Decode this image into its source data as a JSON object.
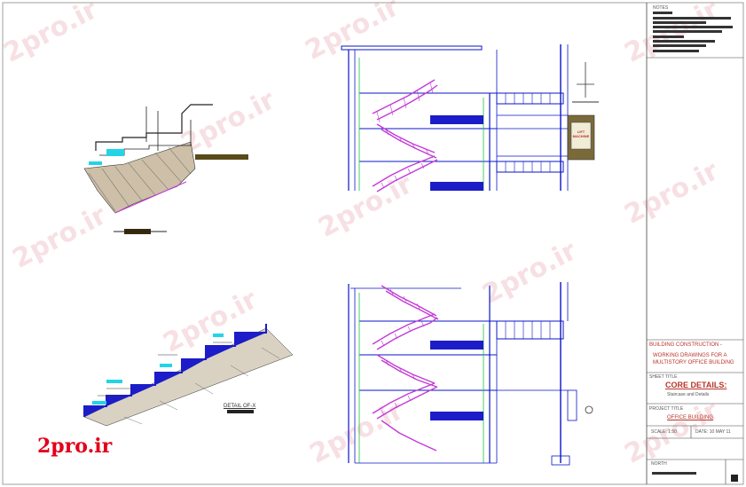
{
  "watermark": {
    "text": "2pro.ir"
  },
  "brand": {
    "text": "2pro.ir"
  },
  "detail_label": {
    "title": "DETAIL OF-X"
  },
  "lift_label": {
    "line1": "LIFT",
    "line2": "MACHINE"
  },
  "title_block": {
    "building_construction": "BUILDING CONSTRUCTION -",
    "working_drawings_1": "WORKING DRAWINGS FOR A",
    "working_drawings_2": "MULTISTORY OFFICE BUILDING",
    "sheet_title_label": "SHEET TITLE",
    "sheet_title": "CORE DETAILS:",
    "sheet_subtitle": "Staircase and Details",
    "project_title_label": "PROJECT TITLE",
    "project_title": "OFFICE BUILDING",
    "scale": "SCALE: 1:50",
    "date": "DATE: 10 MAY 11",
    "north": "NORTH",
    "notes_label": "NOTES"
  },
  "colors": {
    "stair_magenta": "#c43ad8",
    "wall_blue": "#0a14c8",
    "hatch_blue": "#1c1cc8",
    "level_green": "#22c23a",
    "cyan_tag": "#22d4e6",
    "ink_red": "#b8342a"
  }
}
